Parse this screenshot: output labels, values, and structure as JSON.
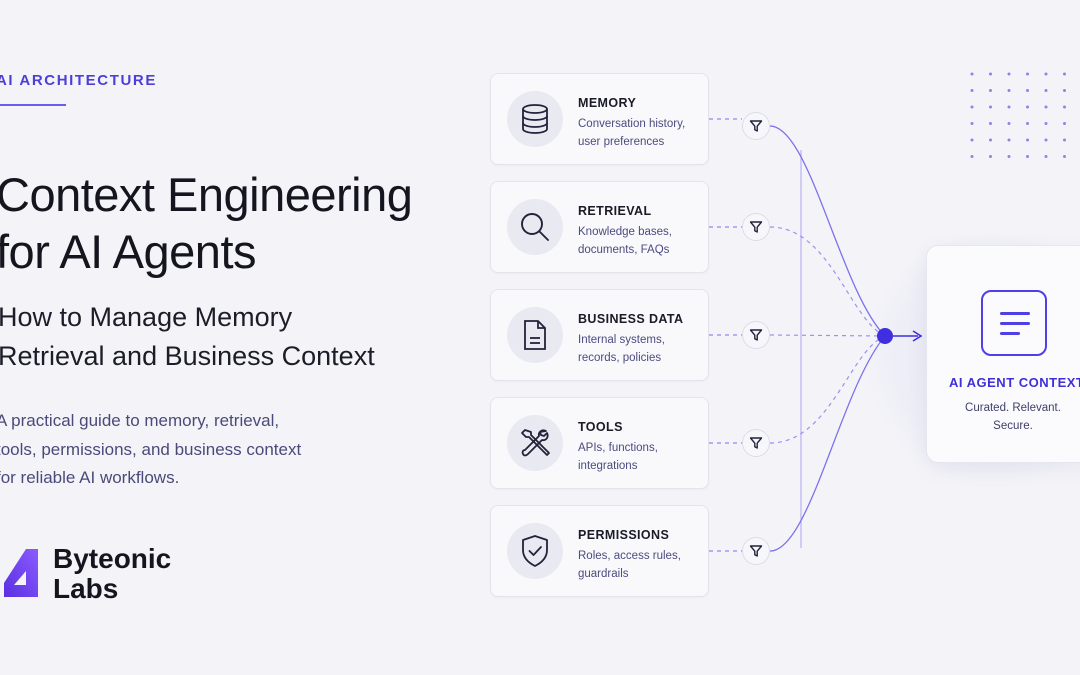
{
  "eyebrow": "AI ARCHITECTURE",
  "title": {
    "line1": "Context Engineering",
    "line2": "for AI Agents"
  },
  "subtitle": {
    "line1": "How to Manage Memory",
    "line2": "Retrieval and Business Context"
  },
  "description": {
    "line1": "A practical guide to memory, retrieval,",
    "line2": "tools, permissions, and business context",
    "line3": "for reliable AI workflows."
  },
  "brand": {
    "line1": "Byteonic",
    "line2": "Labs"
  },
  "sources": [
    {
      "title": "MEMORY",
      "desc1": "Conversation history,",
      "desc2": "user preferences",
      "icon": "database-icon"
    },
    {
      "title": "RETRIEVAL",
      "desc1": "Knowledge bases,",
      "desc2": "documents, FAQs",
      "icon": "search-icon"
    },
    {
      "title": "BUSINESS DATA",
      "desc1": "Internal systems,",
      "desc2": "records, policies",
      "icon": "document-icon"
    },
    {
      "title": "TOOLS",
      "desc1": "APIs, functions,",
      "desc2": "integrations",
      "icon": "tools-icon"
    },
    {
      "title": "PERMISSIONS",
      "desc1": "Roles, access rules,",
      "desc2": "guardrails",
      "icon": "shield-check-icon"
    }
  ],
  "target": {
    "title": "AI AGENT CONTEXT",
    "desc1": "Curated. Relevant.",
    "desc2": "Secure.",
    "icon": "document-lines-icon"
  },
  "colors": {
    "accent": "#4f3fe6",
    "background": "#f4f4f8",
    "muted_text": "#4b4b80"
  }
}
